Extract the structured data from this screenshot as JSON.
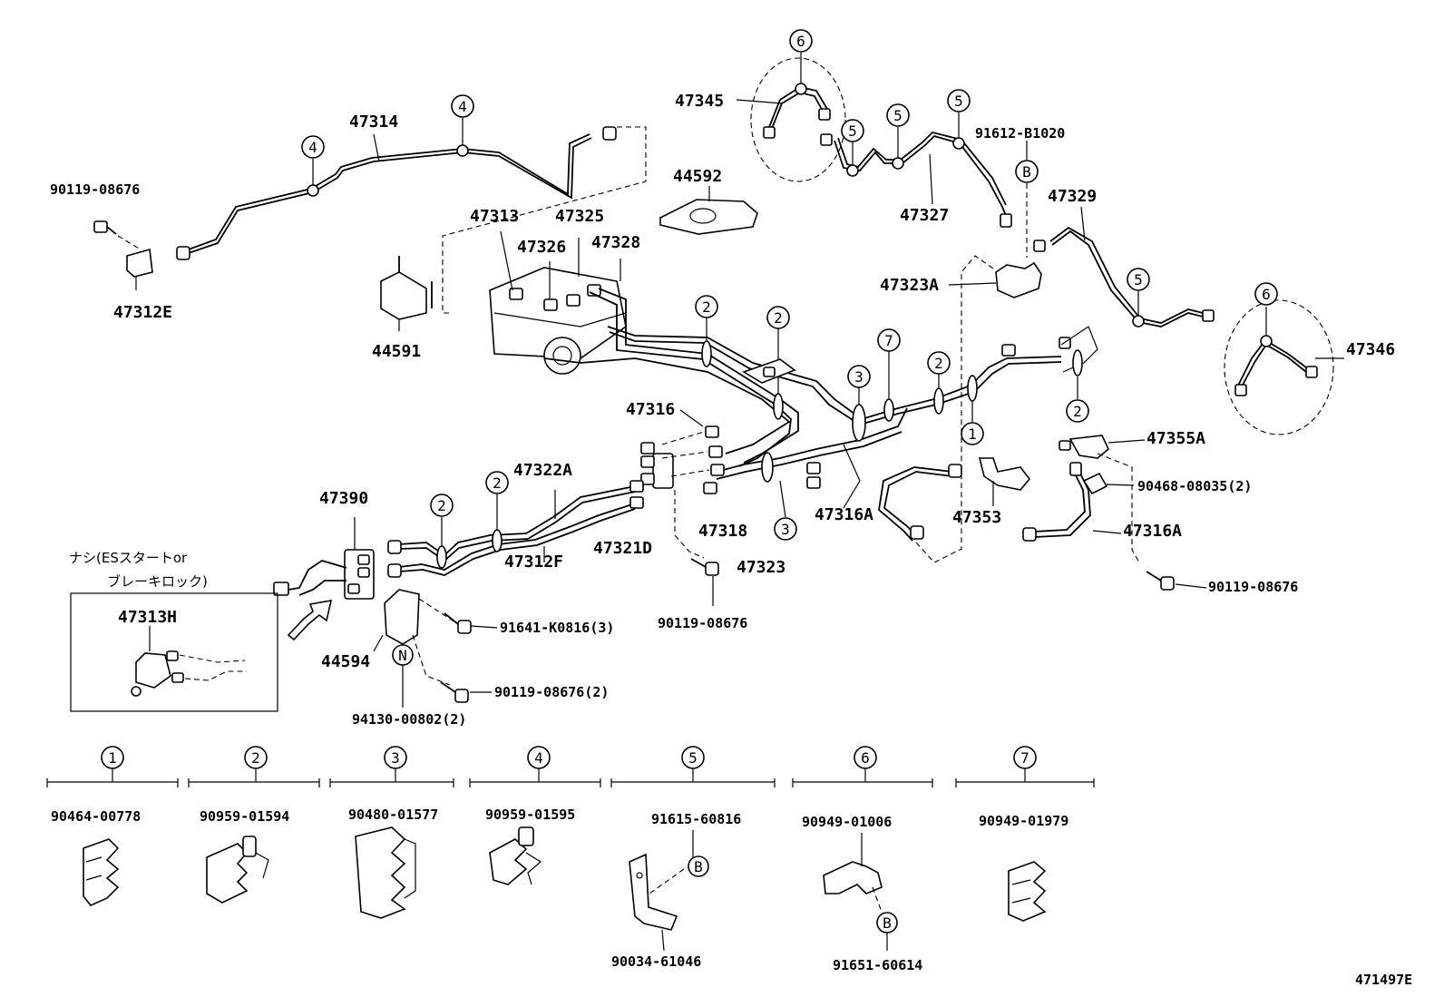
{
  "diagram_id": "471497E",
  "labels": {
    "p90119_top": "90119-08676",
    "p47314": "47314",
    "p47312E": "47312E",
    "p44592": "44592",
    "p47313": "47313",
    "p47325": "47325",
    "p47326": "47326",
    "p47328": "47328",
    "p44591": "44591",
    "p47345": "47345",
    "p47327": "47327",
    "p91612": "91612-B1020",
    "p47329": "47329",
    "p47323A": "47323A",
    "p47346": "47346",
    "p47316": "47316",
    "p47322A": "47322A",
    "p47390": "47390",
    "p47318": "47318",
    "p47323": "47323",
    "p47312F": "47312F",
    "p47321D": "47321D",
    "p47316A_mid": "47316A",
    "p47353": "47353",
    "p47355A": "47355A",
    "p90468": "90468-08035(2)",
    "p47316A_right": "47316A",
    "p90119_right": "90119-08676",
    "p90119_mid": "90119-08676",
    "p91641": "91641-K0816(3)",
    "p44594": "44594",
    "p90119_2": "90119-08676(2)",
    "p94130": "94130-00802(2)",
    "p47313H": "47313H"
  },
  "note": {
    "line1": "ナシ(ESスタートor",
    "line2": "ブレーキロック)"
  },
  "callouts": {
    "c1": "1",
    "c2": "2",
    "c3": "3",
    "c4": "4",
    "c5": "5",
    "c6": "6",
    "c7": "7",
    "cB": "B",
    "cN": "N"
  },
  "legend": [
    {
      "num": "1",
      "part": "90464-00778"
    },
    {
      "num": "2",
      "part": "90959-01594"
    },
    {
      "num": "3",
      "part": "90480-01577"
    },
    {
      "num": "4",
      "part": "90959-01595"
    },
    {
      "num": "5",
      "part": "91615-60816",
      "sub": "90034-61046"
    },
    {
      "num": "6",
      "part": "90949-01006",
      "sub": "91651-60614"
    },
    {
      "num": "7",
      "part": "90949-01979"
    }
  ]
}
